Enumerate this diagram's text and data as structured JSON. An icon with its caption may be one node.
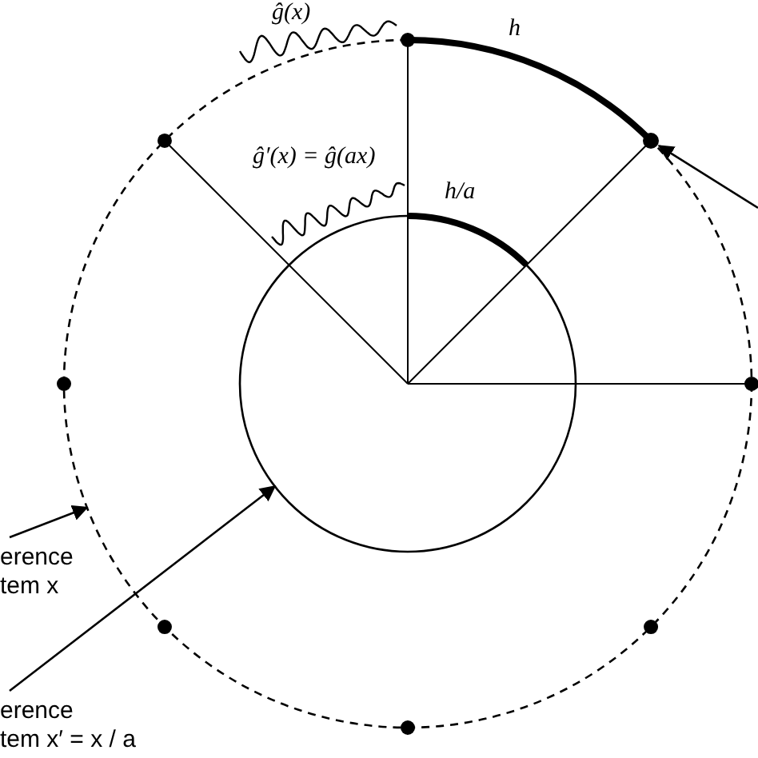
{
  "diagram": {
    "nodes": [
      {
        "text": [],
        "shape": "circle"
      },
      {
        "text": [],
        "shape": "circle",
        "in": 0
      },
      {
        "text": [
          "erence tem x"
        ]
      },
      {
        "text": [
          "erence tem x′ = x / a"
        ]
      },
      {
        "text": [],
        "shape": "circle"
      }
    ],
    "edges": [
      {
        "from": 2,
        "to": 0,
        "arrow": "to"
      },
      {
        "from": 3,
        "to": 1,
        "arrow": "to"
      },
      {
        "from": null,
        "to": 4,
        "arrow": "to"
      }
    ],
    "labels": [
      "ĝ(x)",
      "h",
      "ĝ′(x) = ĝ(ax)",
      "h/a"
    ]
  }
}
